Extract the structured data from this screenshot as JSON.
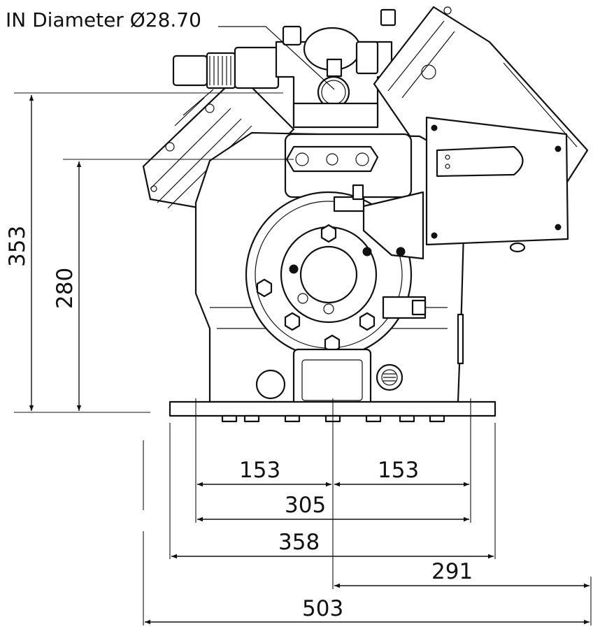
{
  "callout": {
    "label": "IN Diameter Ø28.70"
  },
  "dimensions": {
    "vertical_overall": "353",
    "vertical_inlet": "280",
    "left_half": "153",
    "right_half": "153",
    "mount_spacing": "305",
    "base_width": "358",
    "center_to_right": "291",
    "overall_width": "503"
  },
  "colors": {
    "line": "#111111",
    "background": "#ffffff"
  }
}
